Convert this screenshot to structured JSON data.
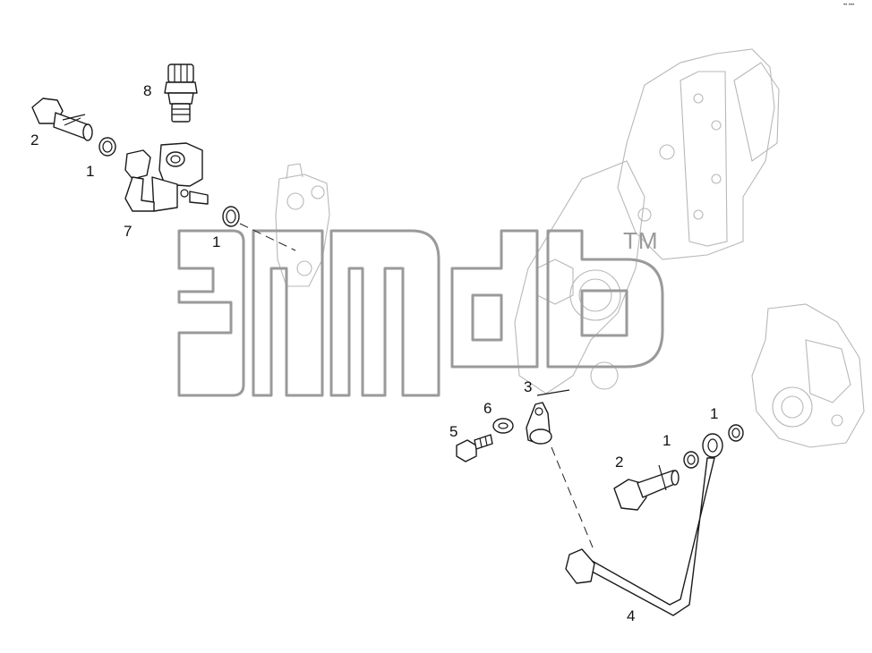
{
  "watermark": {
    "trademark": "TM"
  },
  "corner_mark": "•• •••",
  "callouts": {
    "c1": "1",
    "c2": "1",
    "c3": "1",
    "c4": "1",
    "c5": "2",
    "c6": "2",
    "c7": "3",
    "c8": "4",
    "c9": "5",
    "c10": "6",
    "c11": "7",
    "c12": "8"
  }
}
